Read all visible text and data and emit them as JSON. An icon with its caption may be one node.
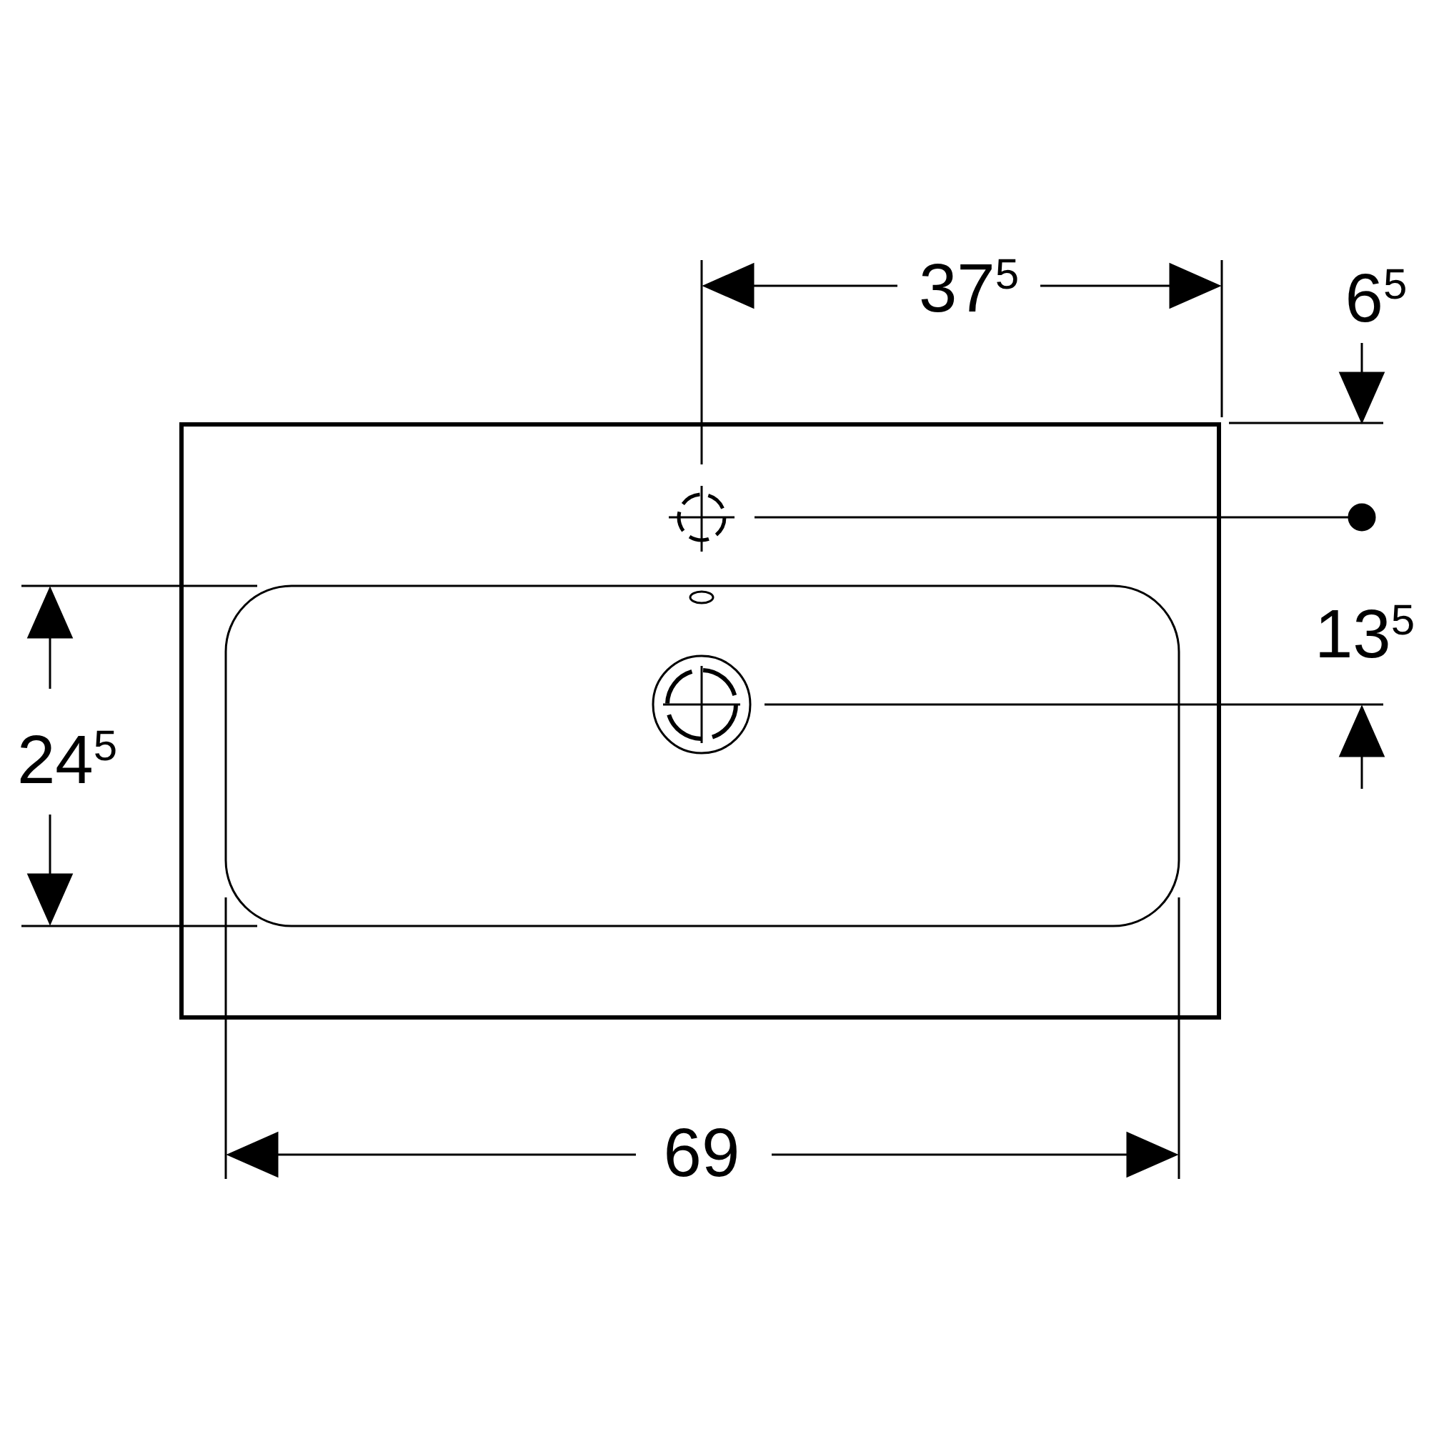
{
  "diagram": {
    "labels": [
      "37$^{5}$",
      "6$^{5}$",
      "13$^{5}$",
      "24$^{5}$",
      "69"
    ]
  }
}
